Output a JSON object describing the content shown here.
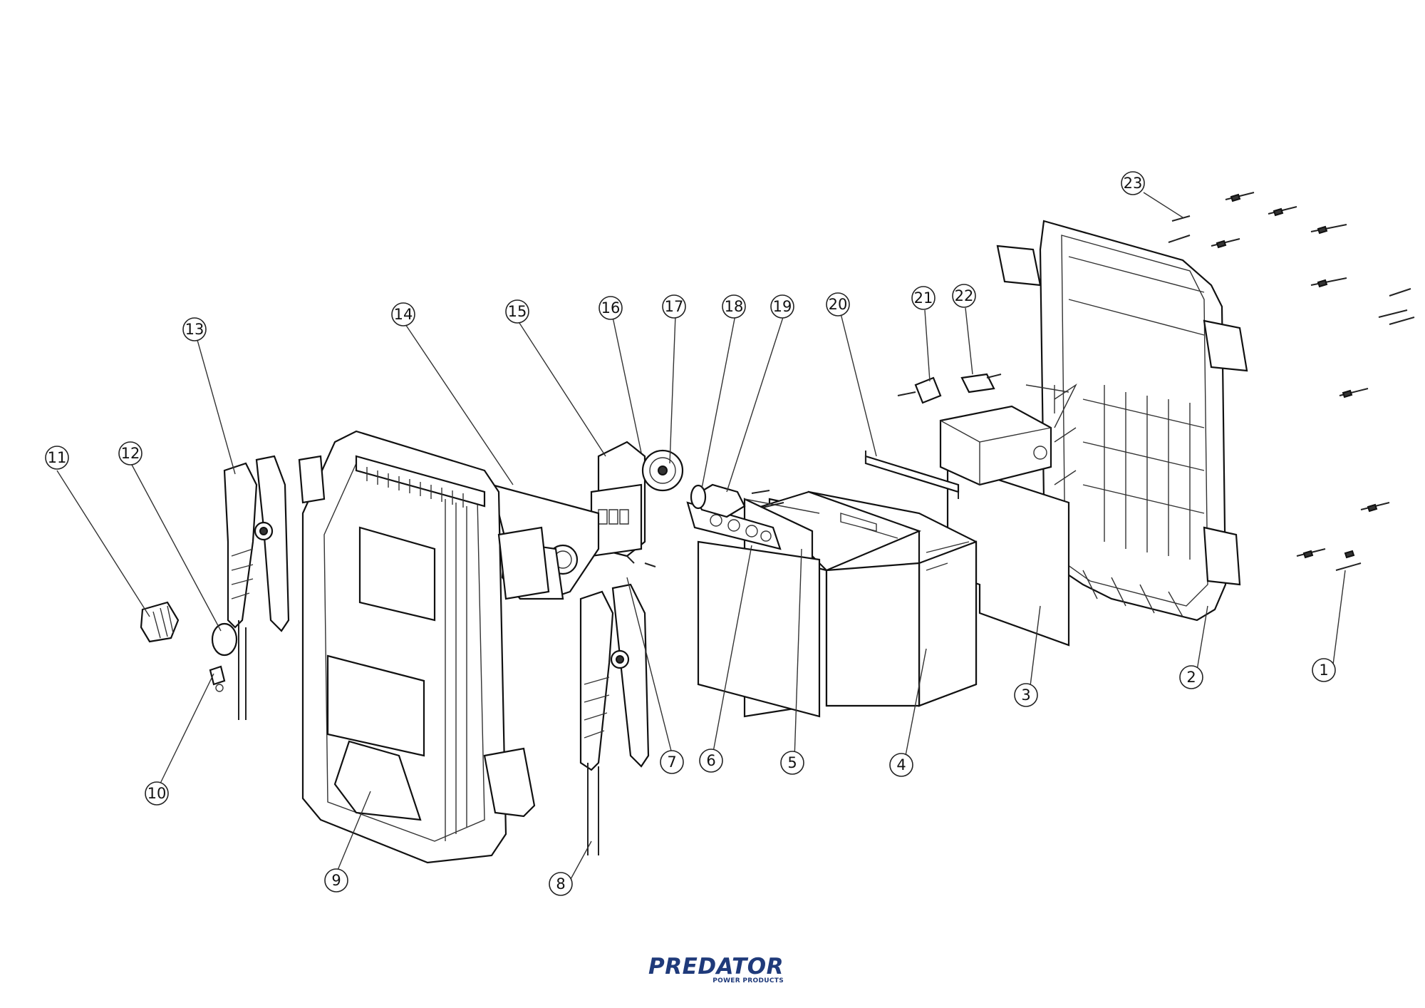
{
  "callouts": [
    {
      "id": 1,
      "label": "1"
    },
    {
      "id": 2,
      "label": "2"
    },
    {
      "id": 3,
      "label": "3"
    },
    {
      "id": 4,
      "label": "4"
    },
    {
      "id": 5,
      "label": "5"
    },
    {
      "id": 6,
      "label": "6"
    },
    {
      "id": 7,
      "label": "7"
    },
    {
      "id": 8,
      "label": "8"
    },
    {
      "id": 9,
      "label": "9"
    },
    {
      "id": 10,
      "label": "10"
    },
    {
      "id": 11,
      "label": "11"
    },
    {
      "id": 12,
      "label": "12"
    },
    {
      "id": 13,
      "label": "13"
    },
    {
      "id": 14,
      "label": "14"
    },
    {
      "id": 15,
      "label": "15"
    },
    {
      "id": 16,
      "label": "16"
    },
    {
      "id": 17,
      "label": "17"
    },
    {
      "id": 18,
      "label": "18"
    },
    {
      "id": 19,
      "label": "19"
    },
    {
      "id": 20,
      "label": "20"
    },
    {
      "id": 21,
      "label": "21"
    },
    {
      "id": 22,
      "label": "22"
    },
    {
      "id": 23,
      "label": "23"
    }
  ],
  "logo": {
    "brand": "PREDATOR",
    "subtitle": "POWER PRODUCTS",
    "color": "#1f3a7a"
  }
}
